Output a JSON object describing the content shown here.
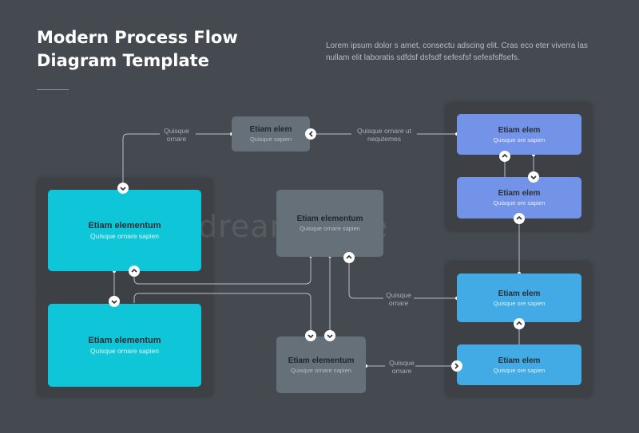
{
  "header": {
    "title": "Modern Process Flow Diagram Template",
    "description": "Lorem ipsum dolor s amet, consectu adscing elit. Cras eco eter viverra las nullam elit laboratis sdfdsf dsfsdf sefesfsf sefesfsffsefs."
  },
  "nodes": {
    "left_top": {
      "title": "Etiam elementum",
      "subtitle": "Quisque ornare sapien"
    },
    "left_bottom": {
      "title": "Etiam elementum",
      "subtitle": "Quisque ornare sapien"
    },
    "top_small": {
      "title": "Etiam elem",
      "subtitle": "Quisque sapien"
    },
    "center": {
      "title": "Etiam elementum",
      "subtitle": "Quisque ornare sapien"
    },
    "bottom_center": {
      "title": "Etiam elementum",
      "subtitle": "Quisque ornare sapien"
    },
    "right_top_1": {
      "title": "Etiam elem",
      "subtitle": "Quisque ore sapien"
    },
    "right_top_2": {
      "title": "Etiam elem",
      "subtitle": "Quisque ore sapien"
    },
    "right_bot_1": {
      "title": "Etiam elem",
      "subtitle": "Quisque ore sapien"
    },
    "right_bot_2": {
      "title": "Etiam elem",
      "subtitle": "Quisque ore sapien"
    }
  },
  "edge_labels": {
    "top_left": "Quisque ornare",
    "top_right": "Quisque ornare ut nequtemes",
    "mid_right": "Quisque ornare",
    "bottom_right": "Quisque ornare"
  },
  "watermark": "dreamstime",
  "colors": {
    "background": "#454a50",
    "panel": "#3d4146",
    "teal": "#0ec6d8",
    "gray": "#667079",
    "violet": "#7393e8",
    "blue": "#42aae4",
    "line": "#b9bec3"
  }
}
